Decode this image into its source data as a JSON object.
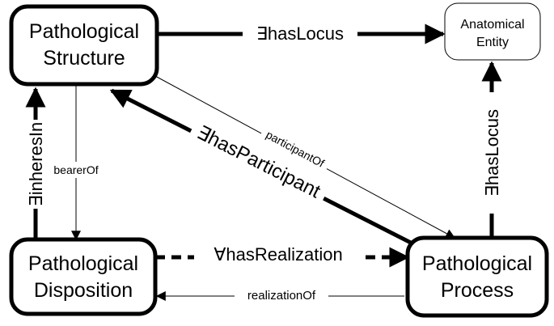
{
  "nodes": {
    "pathological_structure": {
      "line1": "Pathological",
      "line2": "Structure"
    },
    "anatomical_entity": {
      "line1": "Anatomical",
      "line2": "Entity"
    },
    "pathological_disposition": {
      "line1": "Pathological",
      "line2": "Disposition"
    },
    "pathological_process": {
      "line1": "Pathological",
      "line2": "Process"
    }
  },
  "edges": {
    "has_locus_top": "∃hasLocus",
    "has_locus_right": "∃hasLocus",
    "inheres_in": "∃inheresIn",
    "bearer_of": "bearerOf",
    "participant_of": "participantOf",
    "has_participant": "∃hasParticipant",
    "has_realization": "∀hasRealization",
    "realization_of": "realizationOf"
  },
  "colors": {
    "stroke": "#000000",
    "fill": "#ffffff",
    "text": "#000000"
  }
}
